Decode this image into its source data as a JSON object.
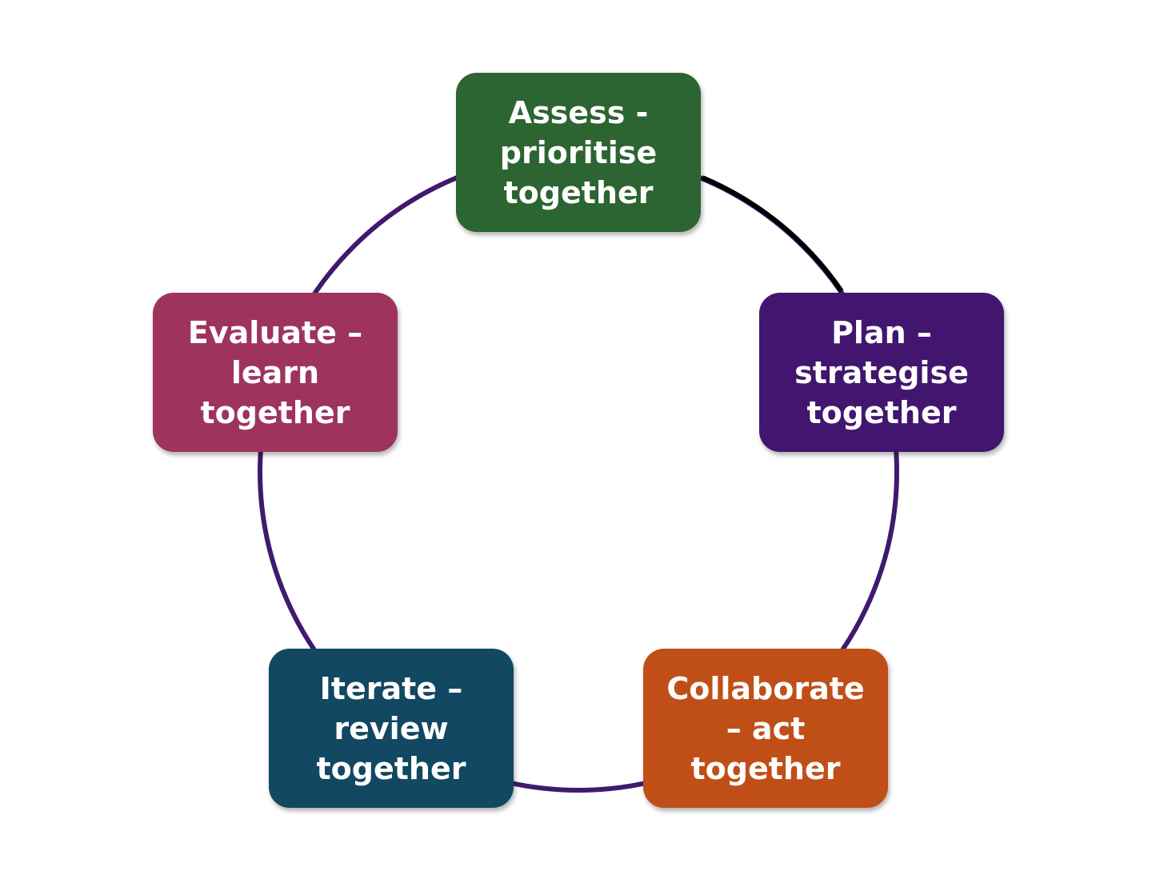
{
  "steps": [
    {
      "label": "Assess -\nprioritise\ntogether",
      "color": "#2c6432"
    },
    {
      "label": "Plan –\nstrategise\ntogether",
      "color": "#42166e"
    },
    {
      "label": "Collaborate\n– act\ntogether",
      "color": "#c04f17"
    },
    {
      "label": "Iterate –\nreview\ntogether",
      "color": "#124861"
    },
    {
      "label": "Evaluate –\nlearn\ntogether",
      "color": "#9e345e"
    }
  ],
  "ring": {
    "color": "#3f1a6e",
    "highlight_color": "#000000"
  }
}
